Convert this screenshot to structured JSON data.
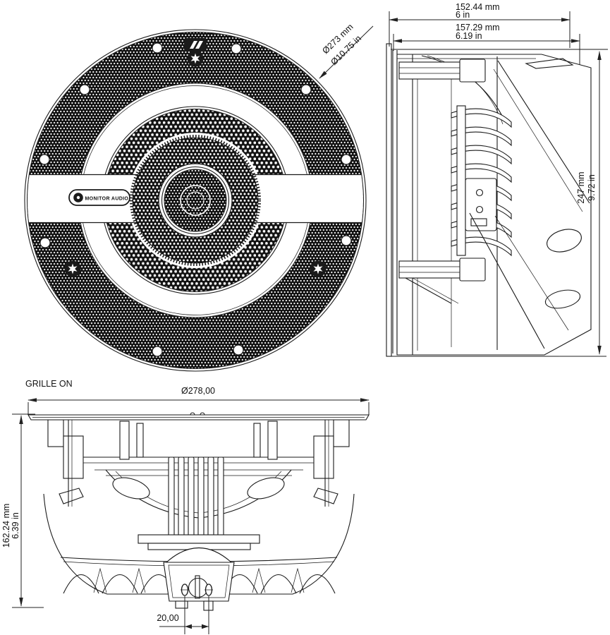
{
  "front_view": {
    "diameter_label_mm": "Ø273 mm",
    "diameter_label_in": "Ø10.75 in",
    "brand_badge_text": "MONITOR AUDIO"
  },
  "side_view": {
    "cutout_width_mm": "152.44 mm",
    "cutout_width_in": "6 in",
    "overall_width_mm": "157.29 mm",
    "overall_width_in": "6.19 in",
    "depth_mm": "247 mm",
    "depth_in": "9.72 in"
  },
  "bottom_view": {
    "label": "GRILLE ON",
    "grille_diameter": "Ø278,00",
    "height_mm": "162.24 mm",
    "height_in": "6.39 in",
    "terminal_spacing": "20,00"
  },
  "icons": {
    "torx_screw": "torx-screw-icon",
    "brand_emblem": "brand-emblem-icon",
    "mounting_hole": "mounting-hole"
  },
  "colors": {
    "line": "#1a1a1a",
    "background": "#ffffff"
  }
}
